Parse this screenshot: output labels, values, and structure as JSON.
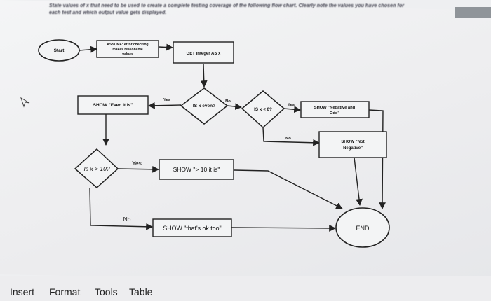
{
  "header": {
    "badge": "",
    "instruction_line1": "State values of x that need to be used to create a complete testing coverage of the following flow chart. Clearly note the values you have chosen for",
    "instruction_line2": "each test and which output value gets displayed."
  },
  "flowchart": {
    "start": "Start",
    "assume_lines": [
      "ASSUME: error checking",
      "makes reasonable",
      "values"
    ],
    "get_integer": "GET integer AS x",
    "decision_even": "IS x even?",
    "decision_negative": "IS x < 0?",
    "decision_gt10": "Is x > 10?",
    "show_even": "SHOW \"Even it is\"",
    "show_negative_odd_lines": [
      "SHOW \"Negative and",
      "Odd\""
    ],
    "show_not_negative_lines": [
      "SHOW \"Not",
      "Negative\""
    ],
    "show_gt10": "SHOW \"> 10 it is\"",
    "show_ok_too": "SHOW \"that's ok too\"",
    "end": "END",
    "labels": {
      "yes": "Yes",
      "no": "No"
    }
  },
  "menu": {
    "items": [
      "Insert",
      "Format",
      "Tools",
      "Table"
    ]
  }
}
